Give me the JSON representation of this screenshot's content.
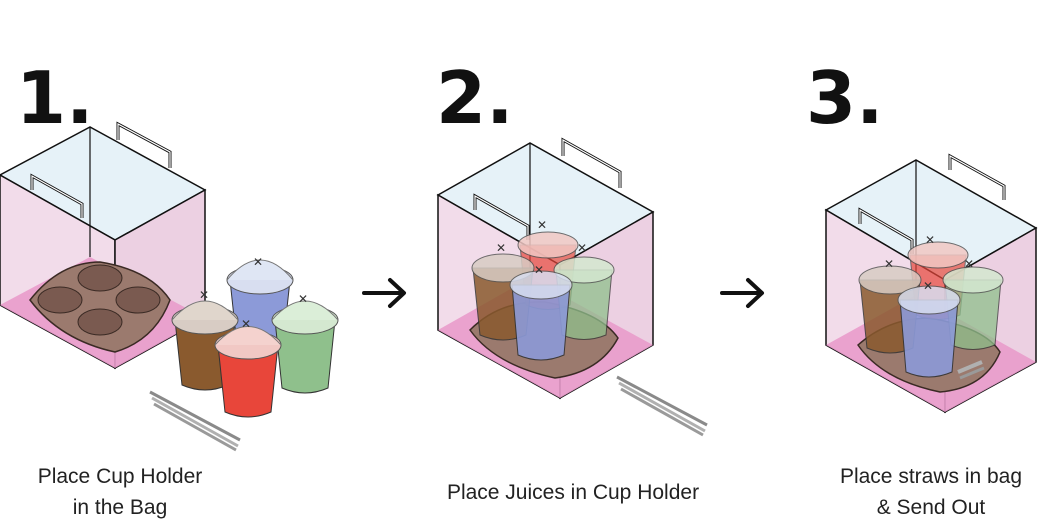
{
  "steps": [
    {
      "number": "1.",
      "caption_line1": "Place Cup Holder",
      "caption_line2": "in the Bag"
    },
    {
      "number": "2.",
      "caption": "Place Juices in Cup Holder"
    },
    {
      "number": "3.",
      "caption_line1": "Place straws in bag",
      "caption_line2": "& Send Out"
    }
  ],
  "arrows": [
    "→",
    "→"
  ],
  "colors": {
    "bag_fill": "#f2dcea",
    "bag_floor": "#e99bcb",
    "bag_top": "#e6f2f8",
    "holder": "#9b7a6e",
    "cup_brown": "#8a5a2e",
    "cup_blue": "#8c9ad8",
    "cup_green": "#8fc08c",
    "cup_red": "#e8463a",
    "lid": "#e8e2ea"
  }
}
